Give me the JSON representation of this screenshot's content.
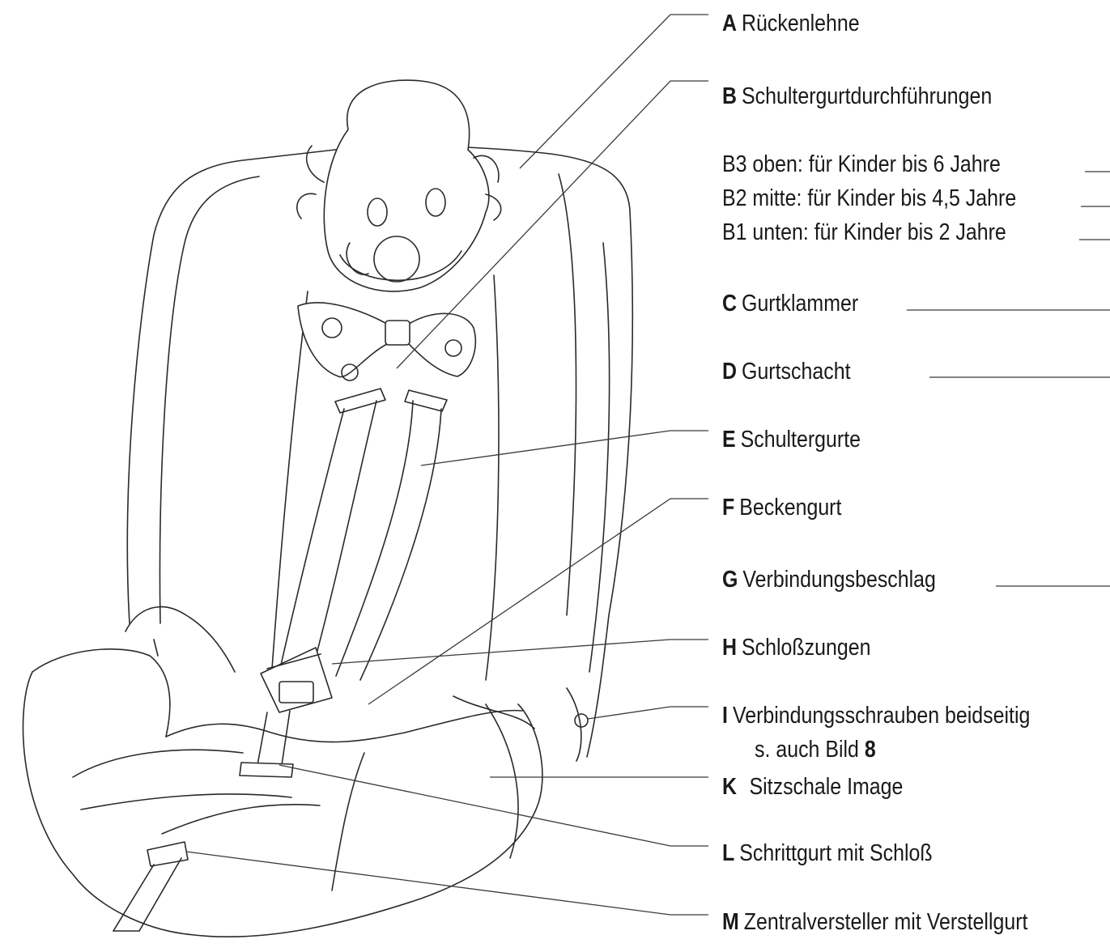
{
  "labels": [
    {
      "id": "A",
      "letter": "A",
      "text": "Rückenlehne"
    },
    {
      "id": "B",
      "letter": "B",
      "text": "Schultergurtdurchführungen"
    },
    {
      "id": "B3",
      "letter": "",
      "text": "B3 oben: für Kinder bis 6 Jahre"
    },
    {
      "id": "B2",
      "letter": "",
      "text": "B2 mitte: für Kinder bis 4,5 Jahre"
    },
    {
      "id": "B1",
      "letter": "",
      "text": "B1 unten: für Kinder bis 2 Jahre"
    },
    {
      "id": "C",
      "letter": "C",
      "text": "Gurtklammer"
    },
    {
      "id": "D",
      "letter": "D",
      "text": "Gurtschacht"
    },
    {
      "id": "E",
      "letter": "E",
      "text": "Schultergurte"
    },
    {
      "id": "F",
      "letter": "F",
      "text": "Beckengurt"
    },
    {
      "id": "G",
      "letter": "G",
      "text": "Verbindungsbeschlag"
    },
    {
      "id": "H",
      "letter": "H",
      "text": "Schloßzungen"
    },
    {
      "id": "I",
      "letter": "I",
      "text": "Verbindungsschrauben beidseitig"
    },
    {
      "id": "K",
      "letter": "K",
      "text": "Sitzschale Image"
    },
    {
      "id": "L",
      "letter": "L",
      "text": "Schrittgurt mit Schloß"
    },
    {
      "id": "M",
      "letter": "M",
      "text": "Zentralversteller mit Verstellgurt"
    }
  ],
  "note": {
    "text": "s. auch Bild",
    "ref": "8"
  }
}
